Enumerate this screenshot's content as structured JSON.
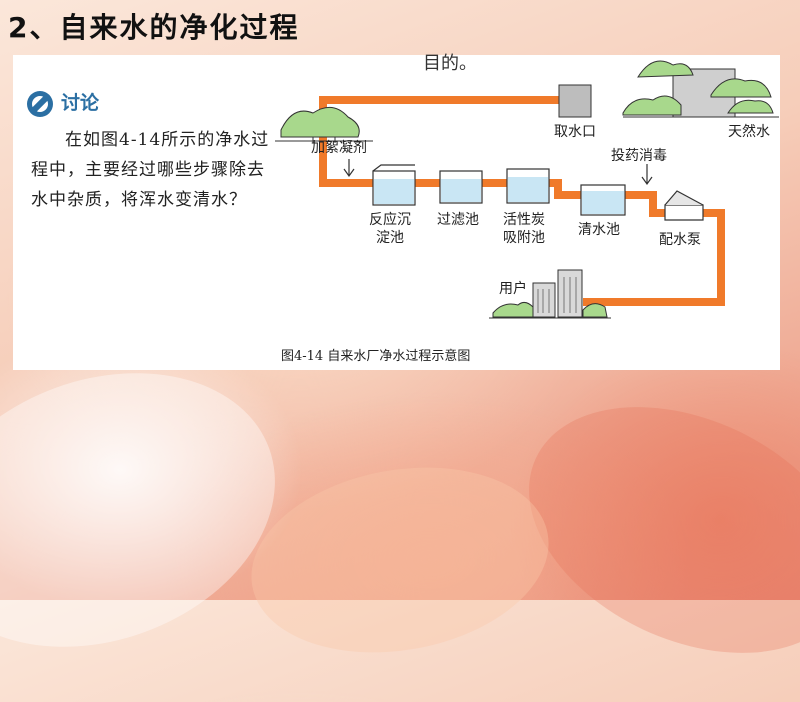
{
  "title": "2、自来水的净化过程",
  "top_cut_text": "目的。",
  "discussion": {
    "label": "讨论",
    "text": "在如图4-14所示的净水过程中，主要经过哪些步骤除去水中杂质，将浑水变清水？"
  },
  "diagram": {
    "labels": {
      "intake": "取水口",
      "natural_water": "天然水",
      "flocculant": "加絮凝剂",
      "disinfect": "投药消毒",
      "sediment_line1": "反应沉",
      "sediment_line2": "淀池",
      "filter": "过滤池",
      "carbon_line1": "活性炭",
      "carbon_line2": "吸附池",
      "clear_water": "清水池",
      "pump": "配水泵",
      "user": "用户"
    },
    "caption": "图4-14  自来水厂净水过程示意图",
    "colors": {
      "pipe": "#f07a2a",
      "tank_fill": "#c9e6f4",
      "tank_stroke": "#333333",
      "tree": "#a8d88c",
      "building": "#d9d9d9"
    }
  }
}
